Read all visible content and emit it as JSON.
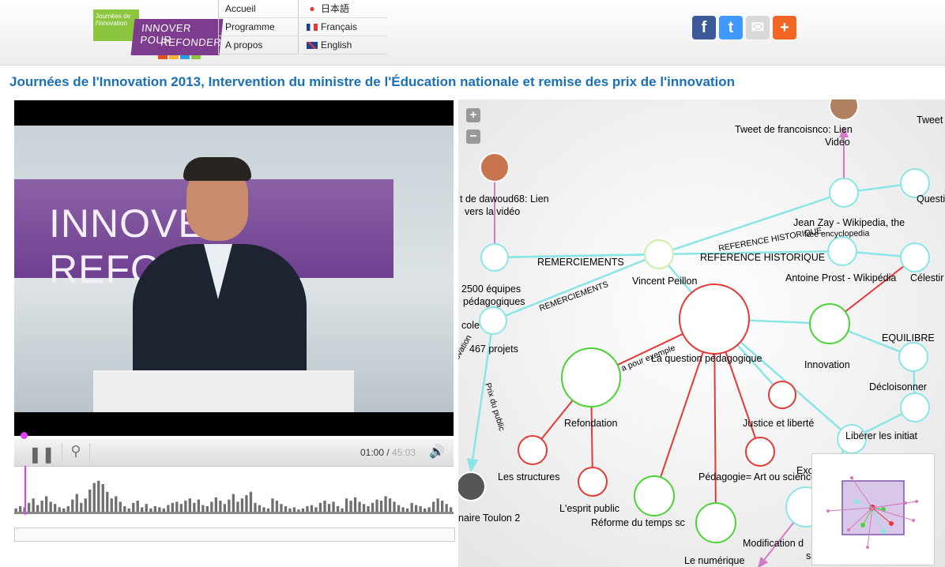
{
  "logo": {
    "small": "Journées de l'innovation",
    "line1": "INNOVER POUR",
    "line2": "REFONDER",
    "bars": [
      "#e94e1b",
      "#f9b233",
      "#2a9fd6",
      "#8cc63f"
    ]
  },
  "nav": {
    "items": [
      "Accueil",
      "Programme",
      "A propos"
    ]
  },
  "languages": [
    {
      "label": "日本語",
      "flag": "jp"
    },
    {
      "label": "Français",
      "flag": "fr"
    },
    {
      "label": "English",
      "flag": "uk"
    }
  ],
  "social": [
    {
      "icon": "facebook-icon",
      "glyph": "f",
      "color": "#3b5998"
    },
    {
      "icon": "twitter-icon",
      "glyph": "t",
      "color": "#4099ff"
    },
    {
      "icon": "mail-icon",
      "glyph": "✉",
      "color": "#d8d8d8"
    },
    {
      "icon": "plus-icon",
      "glyph": "+",
      "color": "#f26522"
    }
  ],
  "page_title": "Journées de l'Innovation 2013, Intervention du ministre de l'Éducation nationale et remise des prix de l'innovation",
  "video": {
    "banner": "INNOVER REFONDER"
  },
  "player": {
    "current": "01:00",
    "separator": " / ",
    "total": "45:03",
    "progress": 0.022
  },
  "timeline_bars": [
    3,
    5,
    4,
    8,
    12,
    6,
    10,
    14,
    9,
    7,
    4,
    3,
    5,
    11,
    16,
    8,
    12,
    20,
    26,
    28,
    25,
    18,
    12,
    14,
    9,
    5,
    3,
    8,
    10,
    4,
    7,
    3,
    5,
    4,
    3,
    6,
    8,
    9,
    7,
    10,
    12,
    8,
    11,
    6,
    5,
    9,
    13,
    10,
    7,
    11,
    16,
    9,
    12,
    15,
    18,
    8,
    6,
    4,
    3,
    12,
    10,
    7,
    5,
    3,
    4,
    2,
    3,
    5,
    6,
    4,
    8,
    10,
    7,
    9,
    5,
    3,
    12,
    10,
    13,
    9,
    7,
    5,
    8,
    11,
    10,
    14,
    12,
    9,
    6,
    4,
    3,
    8,
    6,
    5,
    3,
    4,
    9,
    12,
    10,
    7,
    4
  ],
  "graph": {
    "zoom_in": "+",
    "zoom_out": "−",
    "labels": [
      {
        "text": "Tweet de francoisnco: Lien",
        "c": "#000"
      },
      {
        "text": "Vidéo",
        "c": "#000"
      },
      {
        "text": "Tweet",
        "c": "#000"
      },
      {
        "text": "t de dawoud68: Lien",
        "c": "#000"
      },
      {
        "text": "vers la vidéo",
        "c": "#000"
      },
      {
        "text": "Questi",
        "c": "#000"
      },
      {
        "text": "Jean Zay - Wikipedia, the",
        "c": "#000"
      },
      {
        "text": "free encyclopedia",
        "c": "#000"
      },
      {
        "text": "REFERENCE HISTORIQUE",
        "c": "#000"
      },
      {
        "text": "REFERENCE HISTORIQUE",
        "c": "#000"
      },
      {
        "text": "REMERCIEMENTS",
        "c": "#000"
      },
      {
        "text": "REMERCIEMENTS",
        "c": "#000"
      },
      {
        "text": "Vincent Peillon",
        "c": "#000"
      },
      {
        "text": "Antoine Prost - Wikipédia",
        "c": "#000"
      },
      {
        "text": "Célestir",
        "c": "#000"
      },
      {
        "text": "2500 équipes",
        "c": "#000"
      },
      {
        "text": "pédagogiques",
        "c": "#000"
      },
      {
        "text": "cole",
        "c": "#000"
      },
      {
        "text": "467 projets",
        "c": "#000"
      },
      {
        "text": "a pour exemple",
        "c": "#000"
      },
      {
        "text": "La question pédagogique",
        "c": "#000"
      },
      {
        "text": "Innovation",
        "c": "#000"
      },
      {
        "text": "EQUILIBRE",
        "c": "#000"
      },
      {
        "text": "Décloisonner",
        "c": "#000"
      },
      {
        "text": "Prix du public",
        "c": "#000"
      },
      {
        "text": "Refondation",
        "c": "#000"
      },
      {
        "text": "Justice et liberté",
        "c": "#000"
      },
      {
        "text": "Libérer les initiat",
        "c": "#000"
      },
      {
        "text": "Les structures",
        "c": "#000"
      },
      {
        "text": "Pédagogie= Art ou science",
        "c": "#000"
      },
      {
        "text": "Exc",
        "c": "#000"
      },
      {
        "text": "L'esprit public",
        "c": "#000"
      },
      {
        "text": "Réforme du temps sc",
        "c": "#000"
      },
      {
        "text": "naire Toulon 2",
        "c": "#000"
      },
      {
        "text": "Modification d",
        "c": "#000"
      },
      {
        "text": "savo",
        "c": "#000"
      },
      {
        "text": "Le numérique",
        "c": "#000"
      },
      {
        "text": "ovation",
        "c": "#000"
      }
    ]
  }
}
